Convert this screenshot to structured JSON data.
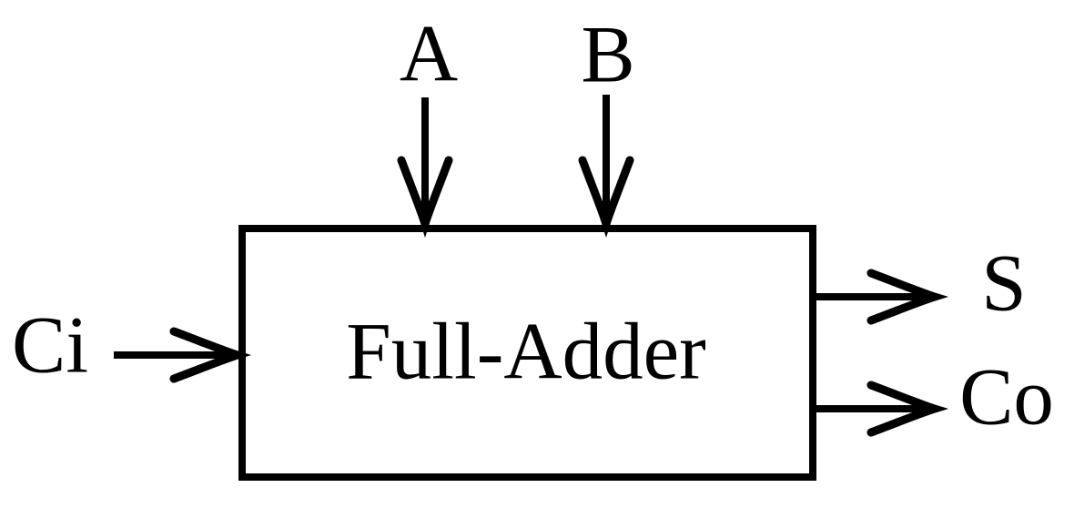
{
  "diagram": {
    "type": "block-diagram",
    "block": {
      "label": "Full-Adder"
    },
    "inputs": {
      "a": {
        "label": "A",
        "side": "top"
      },
      "b": {
        "label": "B",
        "side": "top"
      },
      "ci": {
        "label": "Ci",
        "side": "left"
      }
    },
    "outputs": {
      "s": {
        "label": "S",
        "side": "right"
      },
      "co": {
        "label": "Co",
        "side": "right"
      }
    },
    "colors": {
      "stroke": "#000000",
      "background": "#ffffff"
    }
  }
}
